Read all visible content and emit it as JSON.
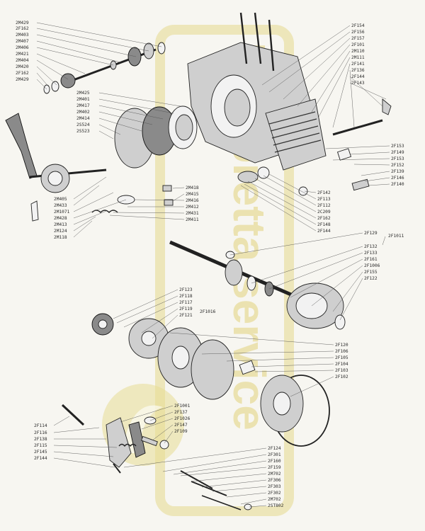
{
  "watermark": {
    "text": "Lambretta service",
    "logo_name": "lambretta-logo-circle",
    "color": "#e3d57a"
  },
  "labels_left_top": [
    "2M429",
    "2F162",
    "2M403",
    "2M407",
    "2M406",
    "2M421",
    "2M404",
    "2M420",
    "2F162",
    "2M429"
  ],
  "labels_left_mid": [
    "2M425",
    "2M401",
    "2M417",
    "2M402",
    "2M414",
    "2S524",
    "2S523"
  ],
  "labels_left_crank": [
    "2M405",
    "2M433",
    "2M1071",
    "2M428",
    "2M413",
    "2M124",
    "2M118"
  ],
  "labels_center_case": [
    "2M418",
    "2M415",
    "2M416",
    "2M412",
    "2M431",
    "2M411"
  ],
  "labels_right_top": [
    "2F154",
    "2F156",
    "2F157",
    "2F101",
    "2M110",
    "2M111",
    "2F141",
    "2F136",
    "2F144",
    "2F143"
  ],
  "labels_right_cyl": [
    "2F153",
    "2F149",
    "2F153",
    "2F152",
    "2F139",
    "2F146",
    "2F140"
  ],
  "labels_center_low": [
    "2F142",
    "2F113",
    "2F112",
    "2C209",
    "2F162",
    "2F148",
    "2F144"
  ],
  "labels_clutch_right": [
    "2F129",
    "2F132",
    "2F133",
    "2F161",
    "2F1006",
    "2F155",
    "2F122"
  ],
  "label_clutch_right_extra": "2F1011",
  "labels_gear_left": [
    "2F123",
    "2F118",
    "2F117",
    "2F119",
    "2F121"
  ],
  "label_gear_extra": "2F1016",
  "labels_plate_right": [
    "2F120",
    "2F106",
    "2F105",
    "2F104",
    "2F103",
    "2F102"
  ],
  "labels_bottom_left": [
    "2F114",
    "2F116",
    "2F138",
    "2F115",
    "2F145",
    "2F144"
  ],
  "labels_bottom_center": [
    "2F1001",
    "2F137",
    "2F1026",
    "2F147",
    "2F109"
  ],
  "labels_bottom_right": [
    "2F124",
    "2F301",
    "2F160",
    "2F159",
    "2M702",
    "2F306",
    "2F303",
    "2F302",
    "2M702",
    "2ST802"
  ]
}
